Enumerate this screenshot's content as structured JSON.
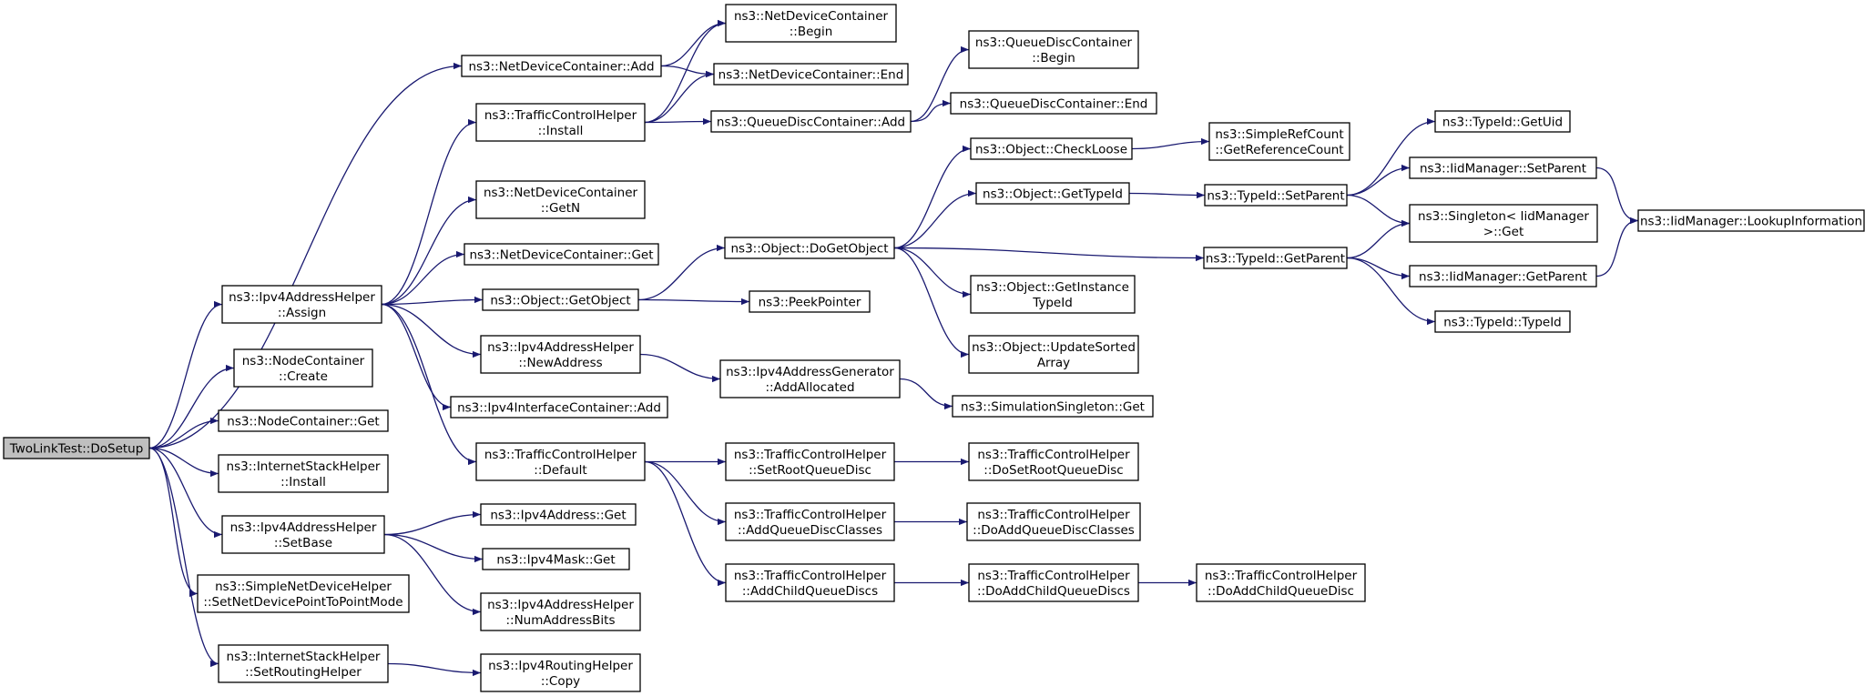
{
  "graph": {
    "colors": {
      "edge": "#191970",
      "node_fill": "#ffffff",
      "root_fill": "#bfbfbf",
      "border": "#000000"
    },
    "nodes": [
      {
        "id": "n0",
        "lines": [
          "TwoLinkTest::DoSetup"
        ],
        "root": true
      },
      {
        "id": "n1",
        "lines": [
          "ns3::NetDeviceContainer::Add"
        ]
      },
      {
        "id": "n2",
        "lines": [
          "ns3::Ipv4AddressHelper",
          "::Assign"
        ]
      },
      {
        "id": "n3",
        "lines": [
          "ns3::NodeContainer",
          "::Create"
        ]
      },
      {
        "id": "n4",
        "lines": [
          "ns3::NodeContainer::Get"
        ]
      },
      {
        "id": "n5",
        "lines": [
          "ns3::InternetStackHelper",
          "::Install"
        ]
      },
      {
        "id": "n6",
        "lines": [
          "ns3::Ipv4AddressHelper",
          "::SetBase"
        ]
      },
      {
        "id": "n7",
        "lines": [
          "ns3::SimpleNetDeviceHelper",
          "::SetNetDevicePointToPointMode"
        ]
      },
      {
        "id": "n8",
        "lines": [
          "ns3::InternetStackHelper",
          "::SetRoutingHelper"
        ]
      },
      {
        "id": "n9",
        "lines": [
          "ns3::NetDeviceContainer",
          "::Begin"
        ]
      },
      {
        "id": "n10",
        "lines": [
          "ns3::NetDeviceContainer::End"
        ]
      },
      {
        "id": "n11",
        "lines": [
          "ns3::TrafficControlHelper",
          "::Install"
        ]
      },
      {
        "id": "n12",
        "lines": [
          "ns3::NetDeviceContainer",
          "::GetN"
        ]
      },
      {
        "id": "n13",
        "lines": [
          "ns3::NetDeviceContainer::Get"
        ]
      },
      {
        "id": "n14",
        "lines": [
          "ns3::Object::GetObject"
        ]
      },
      {
        "id": "n15",
        "lines": [
          "ns3::Ipv4AddressHelper",
          "::NewAddress"
        ]
      },
      {
        "id": "n16",
        "lines": [
          "ns3::Ipv4InterfaceContainer::Add"
        ]
      },
      {
        "id": "n17",
        "lines": [
          "ns3::TrafficControlHelper",
          "::Default"
        ]
      },
      {
        "id": "n18",
        "lines": [
          "ns3::Ipv4Address::Get"
        ]
      },
      {
        "id": "n19",
        "lines": [
          "ns3::Ipv4Mask::Get"
        ]
      },
      {
        "id": "n20",
        "lines": [
          "ns3::Ipv4AddressHelper",
          "::NumAddressBits"
        ]
      },
      {
        "id": "n21",
        "lines": [
          "ns3::Ipv4RoutingHelper",
          "::Copy"
        ]
      },
      {
        "id": "n22",
        "lines": [
          "ns3::QueueDiscContainer::Add"
        ]
      },
      {
        "id": "n23",
        "lines": [
          "ns3::QueueDiscContainer",
          "::Begin"
        ]
      },
      {
        "id": "n24",
        "lines": [
          "ns3::QueueDiscContainer::End"
        ]
      },
      {
        "id": "n25",
        "lines": [
          "ns3::Object::DoGetObject"
        ]
      },
      {
        "id": "n26",
        "lines": [
          "ns3::PeekPointer"
        ]
      },
      {
        "id": "n27",
        "lines": [
          "ns3::Object::CheckLoose"
        ]
      },
      {
        "id": "n28",
        "lines": [
          "ns3::Object::GetTypeId"
        ]
      },
      {
        "id": "n29",
        "lines": [
          "ns3::TypeId::GetParent"
        ]
      },
      {
        "id": "n30",
        "lines": [
          "ns3::Object::GetInstance",
          "TypeId"
        ]
      },
      {
        "id": "n31",
        "lines": [
          "ns3::Object::UpdateSorted",
          "Array"
        ]
      },
      {
        "id": "n32",
        "lines": [
          "ns3::Ipv4AddressGenerator",
          "::AddAllocated"
        ]
      },
      {
        "id": "n33",
        "lines": [
          "ns3::SimulationSingleton::Get"
        ]
      },
      {
        "id": "n34",
        "lines": [
          "ns3::TrafficControlHelper",
          "::SetRootQueueDisc"
        ]
      },
      {
        "id": "n35",
        "lines": [
          "ns3::TrafficControlHelper",
          "::AddQueueDiscClasses"
        ]
      },
      {
        "id": "n36",
        "lines": [
          "ns3::TrafficControlHelper",
          "::AddChildQueueDiscs"
        ]
      },
      {
        "id": "n37",
        "lines": [
          "ns3::TrafficControlHelper",
          "::DoSetRootQueueDisc"
        ]
      },
      {
        "id": "n38",
        "lines": [
          "ns3::TrafficControlHelper",
          "::DoAddQueueDiscClasses"
        ]
      },
      {
        "id": "n39",
        "lines": [
          "ns3::TrafficControlHelper",
          "::DoAddChildQueueDiscs"
        ]
      },
      {
        "id": "n40",
        "lines": [
          "ns3::TrafficControlHelper",
          "::DoAddChildQueueDisc"
        ]
      },
      {
        "id": "n41",
        "lines": [
          "ns3::SimpleRefCount",
          "::GetReferenceCount"
        ]
      },
      {
        "id": "n42",
        "lines": [
          "ns3::TypeId::SetParent"
        ]
      },
      {
        "id": "n43",
        "lines": [
          "ns3::TypeId::GetUid"
        ]
      },
      {
        "id": "n44",
        "lines": [
          "ns3::IidManager::SetParent"
        ]
      },
      {
        "id": "n45",
        "lines": [
          "ns3::Singleton< IidManager",
          " >::Get"
        ]
      },
      {
        "id": "n46",
        "lines": [
          "ns3::IidManager::GetParent"
        ]
      },
      {
        "id": "n47",
        "lines": [
          "ns3::TypeId::TypeId"
        ]
      },
      {
        "id": "n48",
        "lines": [
          "ns3::IidManager::LookupInformation"
        ]
      }
    ],
    "edges": [
      [
        "n0",
        "n1"
      ],
      [
        "n0",
        "n2"
      ],
      [
        "n0",
        "n3"
      ],
      [
        "n0",
        "n4"
      ],
      [
        "n0",
        "n5"
      ],
      [
        "n0",
        "n6"
      ],
      [
        "n0",
        "n7"
      ],
      [
        "n0",
        "n8"
      ],
      [
        "n1",
        "n9"
      ],
      [
        "n1",
        "n10"
      ],
      [
        "n2",
        "n11"
      ],
      [
        "n2",
        "n12"
      ],
      [
        "n2",
        "n13"
      ],
      [
        "n2",
        "n14"
      ],
      [
        "n2",
        "n15"
      ],
      [
        "n2",
        "n16"
      ],
      [
        "n2",
        "n17"
      ],
      [
        "n6",
        "n18"
      ],
      [
        "n6",
        "n19"
      ],
      [
        "n6",
        "n20"
      ],
      [
        "n8",
        "n21"
      ],
      [
        "n11",
        "n9"
      ],
      [
        "n11",
        "n10"
      ],
      [
        "n11",
        "n22"
      ],
      [
        "n22",
        "n23"
      ],
      [
        "n22",
        "n24"
      ],
      [
        "n14",
        "n25"
      ],
      [
        "n14",
        "n26"
      ],
      [
        "n25",
        "n27"
      ],
      [
        "n25",
        "n28"
      ],
      [
        "n25",
        "n29"
      ],
      [
        "n25",
        "n30"
      ],
      [
        "n25",
        "n31"
      ],
      [
        "n15",
        "n32"
      ],
      [
        "n32",
        "n33"
      ],
      [
        "n17",
        "n34"
      ],
      [
        "n17",
        "n35"
      ],
      [
        "n17",
        "n36"
      ],
      [
        "n34",
        "n37"
      ],
      [
        "n35",
        "n38"
      ],
      [
        "n36",
        "n39"
      ],
      [
        "n39",
        "n40"
      ],
      [
        "n27",
        "n41"
      ],
      [
        "n28",
        "n42"
      ],
      [
        "n42",
        "n43"
      ],
      [
        "n42",
        "n44"
      ],
      [
        "n42",
        "n45"
      ],
      [
        "n29",
        "n45"
      ],
      [
        "n29",
        "n46"
      ],
      [
        "n29",
        "n47"
      ],
      [
        "n44",
        "n48"
      ],
      [
        "n46",
        "n48"
      ]
    ]
  }
}
